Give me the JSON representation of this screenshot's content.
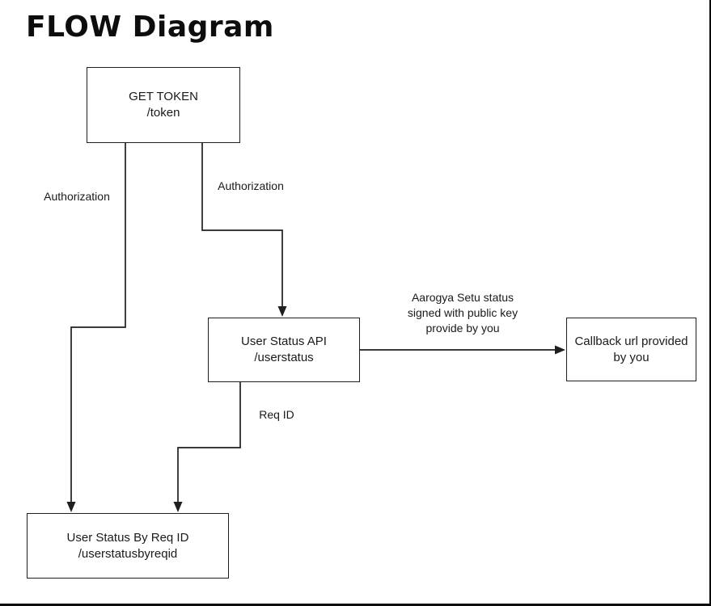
{
  "page": {
    "title": "FLOW Diagram"
  },
  "colors": {
    "background": "#ffffff",
    "line": "#1f1f1f",
    "box_border": "#1f1f1f",
    "text": "#1a1a1a",
    "frame_border": "#0a0a0a"
  },
  "nodes": {
    "get_token": {
      "title": "GET TOKEN",
      "path": "/token"
    },
    "user_status_api": {
      "title": "User Status API",
      "path": "/userstatus"
    },
    "callback": {
      "label": "Callback url provided by you"
    },
    "user_status_reqid": {
      "title": "User Status By Req ID",
      "path": "/userstatusbyreqid"
    }
  },
  "edge_labels": {
    "authorization_left": "Authorization",
    "authorization_right": "Authorization",
    "aarogya_setu": "Aarogya Setu status signed with public key provide by you",
    "req_id": "Req ID"
  }
}
